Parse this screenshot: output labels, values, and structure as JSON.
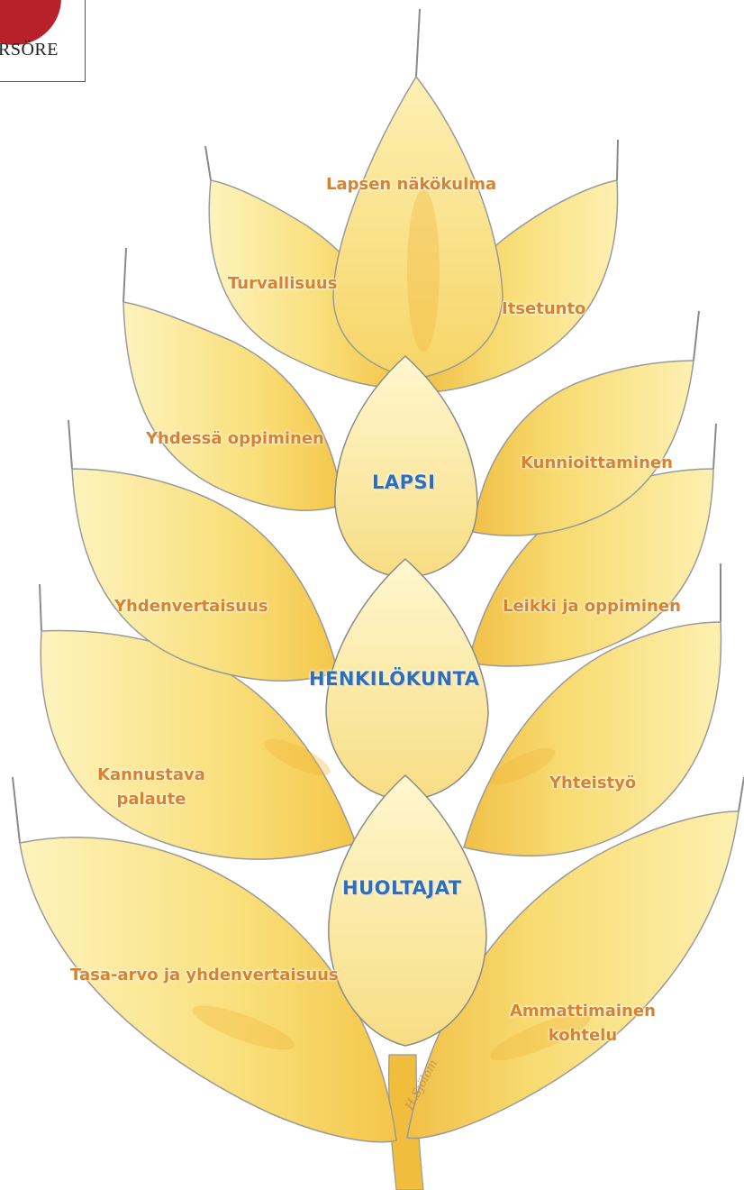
{
  "logo": {
    "text": "RSÖRE",
    "color": "#b8202a"
  },
  "core": {
    "top": "LAPSI",
    "middle": "HENKILÖKUNTA",
    "bottom": "HUOLTAJAT",
    "color": "#2f6fb8"
  },
  "values": {
    "lapsen_nakokulma": "Lapsen näkökulma",
    "turvallisuus": "Turvallisuus",
    "itsetunto": "Itsetunto",
    "yhdessa_oppiminen": "Yhdessä oppiminen",
    "kunnioittaminen": "Kunnioittaminen",
    "yhdenvertaisuus": "Yhdenvertaisuus",
    "leikki_ja_oppiminen": "Leikki ja oppiminen",
    "kannustava_1": "Kannustava",
    "kannustava_2": "palaute",
    "yhteistyo": "Yhteistyö",
    "tasa_arvo": "Tasa-arvo ja yhdenvertaisuus",
    "ammattimainen_1": "Ammattimainen",
    "ammattimainen_2": "kohtelu",
    "color": "#d9822b"
  },
  "signature": "H.Sjölom"
}
